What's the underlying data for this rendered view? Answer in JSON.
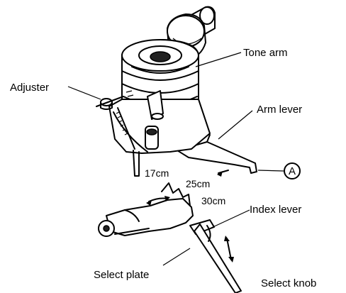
{
  "labels": {
    "tone_arm": "Tone arm",
    "adjuster": "Adjuster",
    "arm_lever": "Arm lever",
    "callout_a": "A",
    "cm17": "17cm",
    "cm25": "25cm",
    "cm30": "30cm",
    "index_lever": "Index lever",
    "select_plate": "Select plate",
    "select_knob": "Select knob"
  }
}
